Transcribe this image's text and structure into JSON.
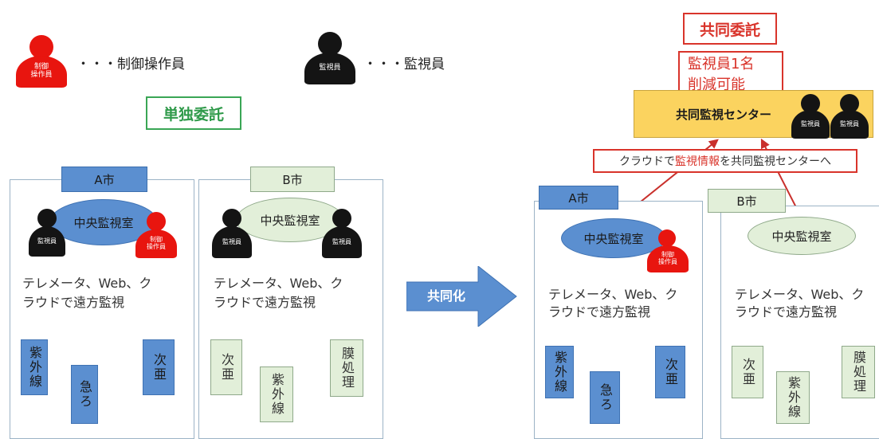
{
  "legend": {
    "operator_icon_text": "制御\n操作員",
    "operator_label": "・・・制御操作員",
    "monitor_icon_text": "監視員",
    "monitor_label": "・・・監視員"
  },
  "left": {
    "title": "単独委託",
    "city_a": {
      "name": "A市",
      "center": "中央監視室",
      "staff_monitor": "監視員",
      "staff_operator": "制御\n操作員",
      "tele_line1": "テレメータ、Web、ク",
      "tele_line2": "ラウドで遠方監視",
      "sources": [
        "紫外線",
        "急ろ",
        "次亜"
      ]
    },
    "city_b": {
      "name": "B市",
      "center": "中央監視室",
      "staff_monitor_left": "監視員",
      "staff_monitor_right": "監視員",
      "tele_line1": "テレメータ、Web、ク",
      "tele_line2": "ラウドで遠方監視",
      "sources": [
        "次亜",
        "紫外線",
        "膜処理"
      ]
    }
  },
  "arrow": {
    "label": "共同化"
  },
  "right": {
    "title": "共同委託",
    "note_line1": "監視員1名",
    "note_line2": "削減可能",
    "joint_center": "共同監視センター",
    "joint_staff": [
      "監視員",
      "監視員"
    ],
    "cloud_note_pre": "クラウドで",
    "cloud_note_hl": "監視情報",
    "cloud_note_post": "を共同監視センターへ",
    "city_a": {
      "name": "A市",
      "center": "中央監視室",
      "staff_operator": "制御\n操作員",
      "tele_line1": "テレメータ、Web、ク",
      "tele_line2": "ラウドで遠方監視",
      "sources": [
        "紫外線",
        "急ろ",
        "次亜"
      ]
    },
    "city_b": {
      "name": "B市",
      "center": "中央監視室",
      "tele_line1": "テレメータ、Web、ク",
      "tele_line2": "ラウドで遠方監視",
      "sources": [
        "次亜",
        "紫外線",
        "膜処理"
      ]
    }
  },
  "colors": {
    "blue": "#5b8fd0",
    "green_fill": "#e2efd9",
    "red": "#e8150f",
    "tag_green": "#2f9a4a",
    "tag_red": "#d9342b",
    "center_yellow": "#fbd35f",
    "arrow_blue": "#5b8fd0"
  }
}
